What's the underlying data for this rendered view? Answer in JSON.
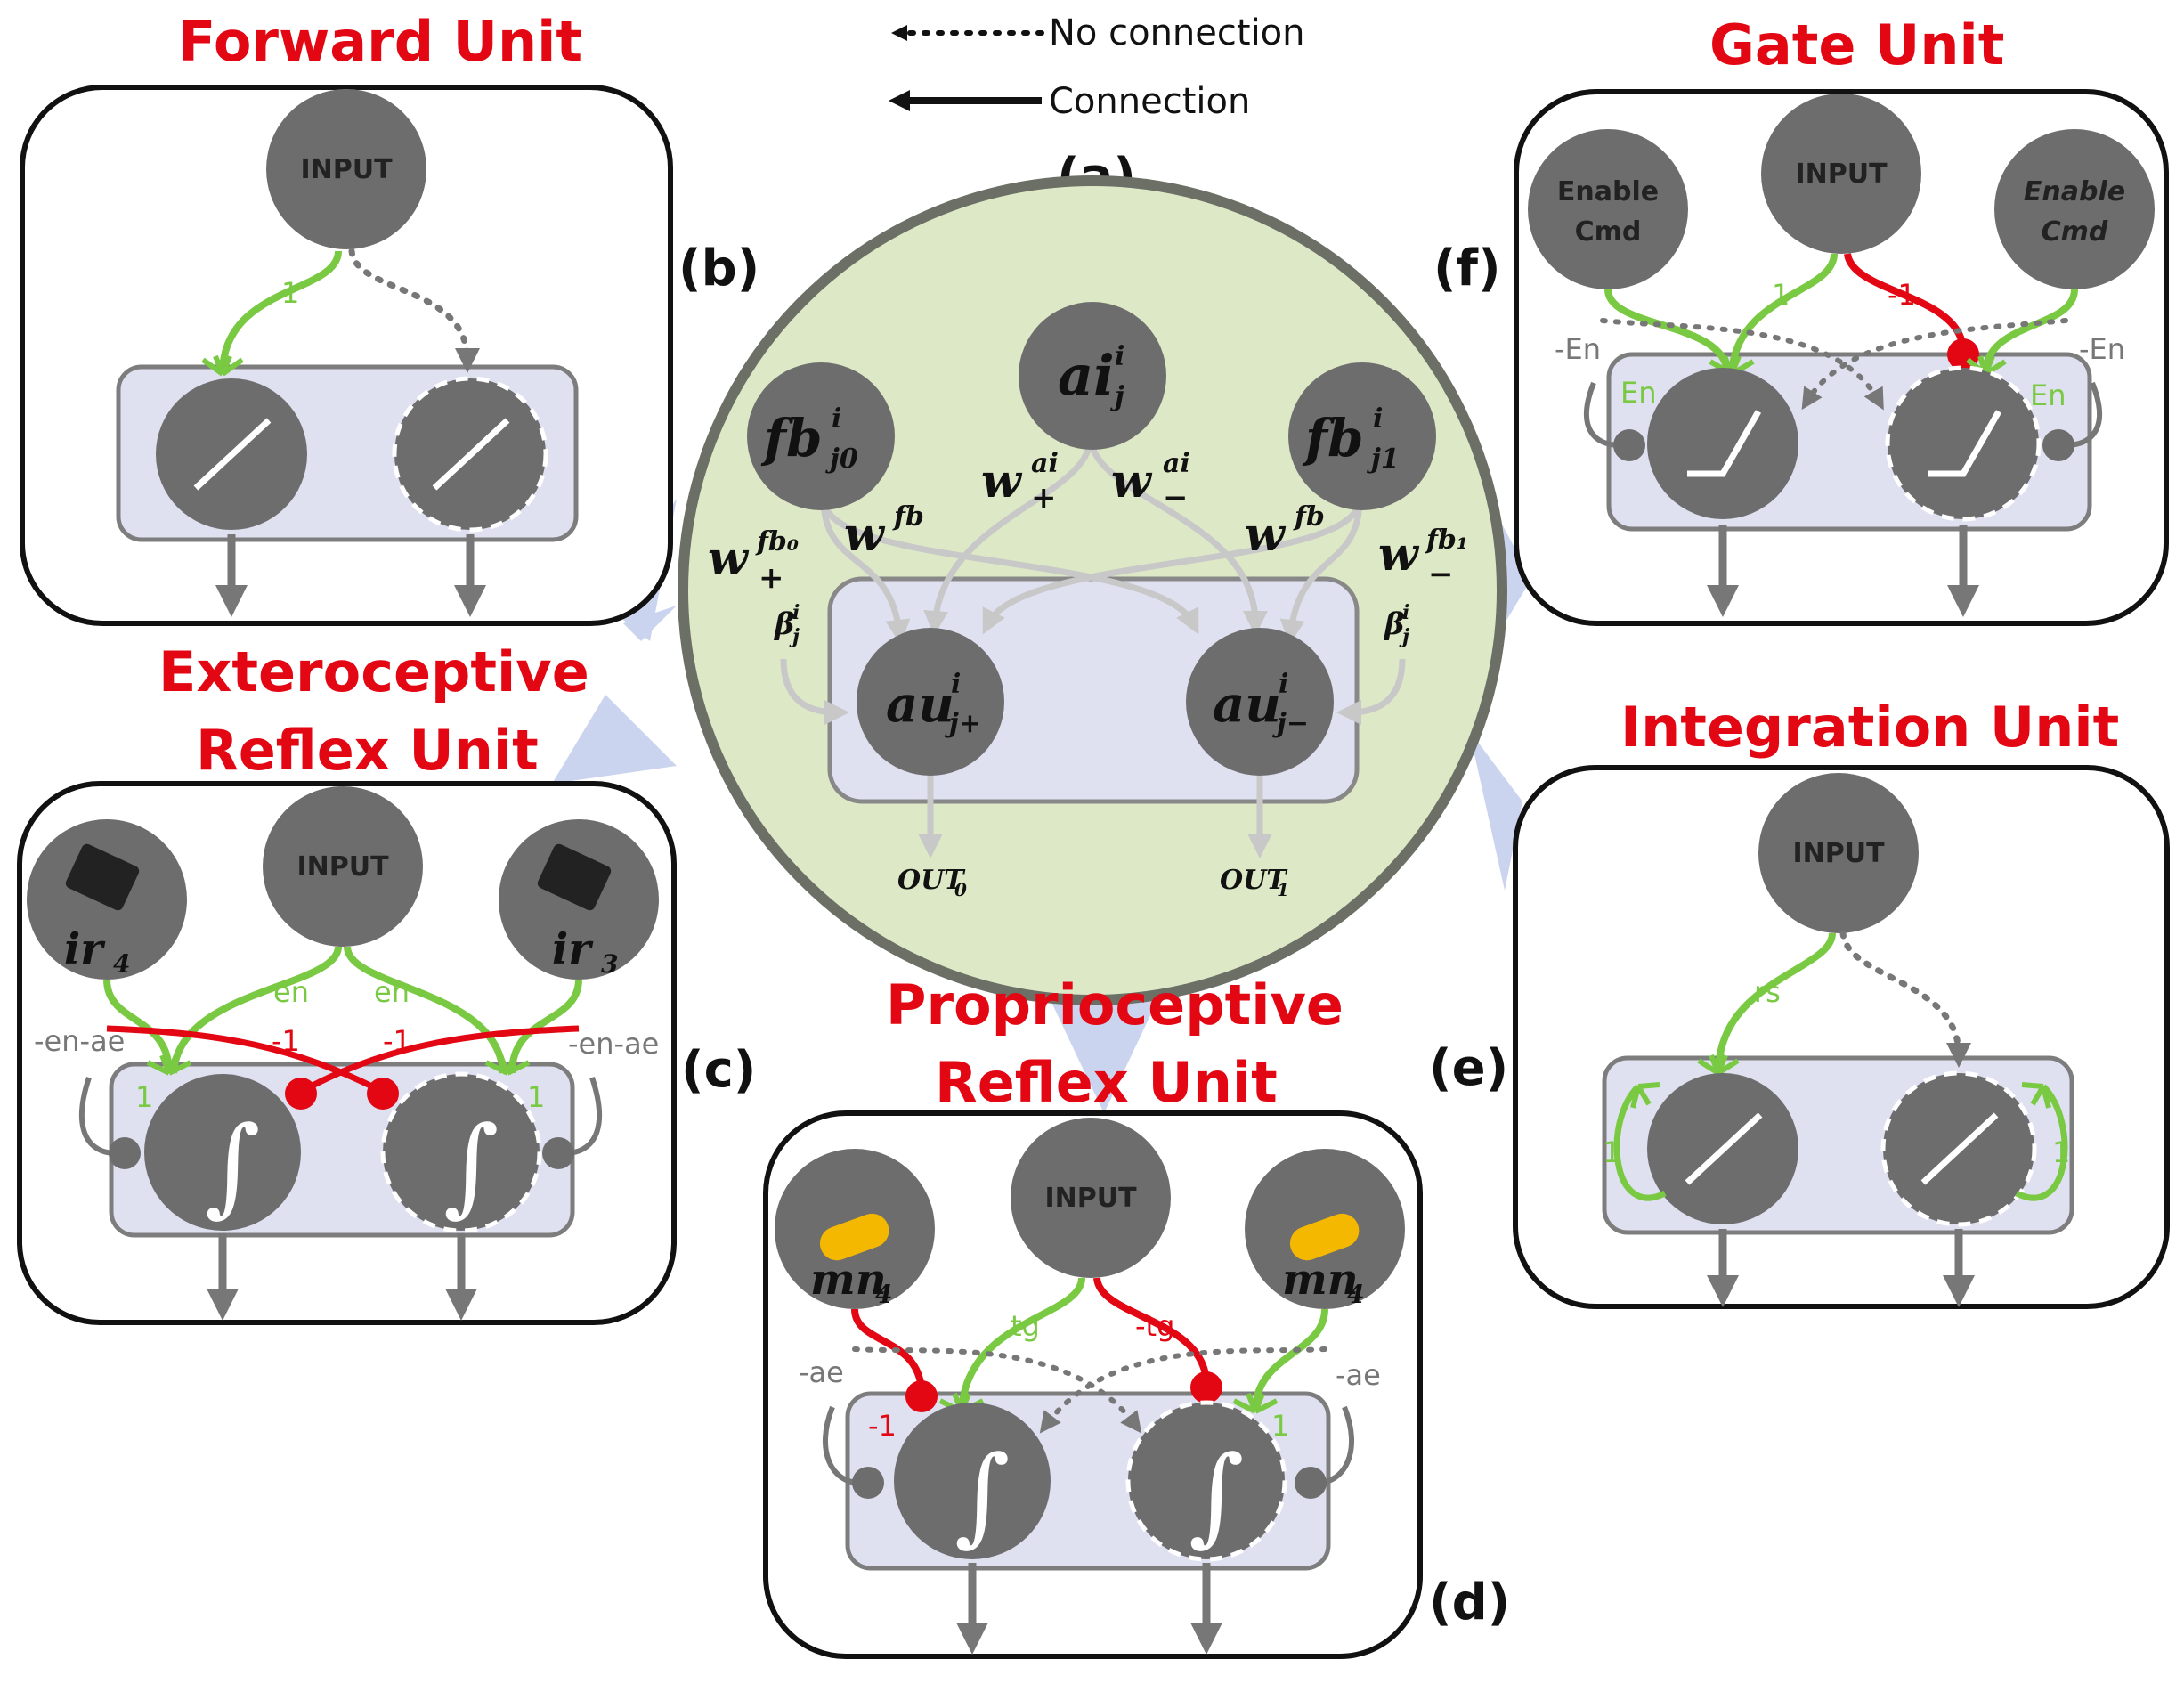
{
  "legend": {
    "no_connection": "No connection",
    "connection": "Connection"
  },
  "center": {
    "letter": "(a)",
    "ai": "ai",
    "fb0": "fb",
    "fb1": "fb",
    "au_plus": "au",
    "au_minus": "au",
    "w_plus_ai": "w",
    "w_minus_ai": "w",
    "w_fb_left": "w",
    "w_fb_right": "w",
    "w_plus_fb0": "w",
    "w_minus_fb1": "w",
    "beta": "β",
    "out0": "OUT",
    "out1": "OUT",
    "sub": {
      "ai_sup": "i",
      "ai_sub": "j",
      "fb0_sup": "i",
      "fb0_sub": "j0",
      "fb1_sup": "i",
      "fb1_sub": "j1",
      "au_plus_sup": "i",
      "au_plus_sub": "j+",
      "au_minus_sup": "i",
      "au_minus_sub": "j−",
      "w_ai_sup": "ai",
      "plus": "+",
      "minus": "−",
      "fb_sup": "fb",
      "fb0_sup_w": "fb₀",
      "fb1_sup_w": "fb₁",
      "beta_sup": "i",
      "beta_sub": "j",
      "out0_sub": "0",
      "out1_sub": "1"
    }
  },
  "forward": {
    "title": "Forward Unit",
    "letter": "(b)",
    "input": "INPUT",
    "w1": "1"
  },
  "gate": {
    "title": "Gate Unit",
    "letter": "(f)",
    "input": "INPUT",
    "enable_left_1": "Enable",
    "enable_left_2": "Cmd",
    "enable_right_1": "Enable",
    "enable_right_2": "Cmd",
    "w_pos": "1",
    "w_neg": "-1",
    "neg_en_left": "-En",
    "neg_en_right": "-En",
    "en_left": "En",
    "en_right": "En"
  },
  "extero": {
    "title_1": "Exteroceptive",
    "title_2": "Reflex Unit",
    "letter": "(c)",
    "input": "INPUT",
    "sensor_left": "ir",
    "sensor_left_sub": "4",
    "sensor_right": "ir",
    "sensor_right_sub": "3",
    "en_left": "en",
    "en_right": "en",
    "inh_left": "-1",
    "inh_right": "-1",
    "self_left": "-en-ae",
    "self_right": "-en-ae",
    "one_left": "1",
    "one_right": "1"
  },
  "proprio": {
    "title_1": "Proprioceptive",
    "title_2": "Reflex Unit",
    "letter": "(d)",
    "input": "INPUT",
    "sensor_left": "mn",
    "sensor_left_sub": "4",
    "sensor_right": "mn",
    "sensor_right_sub": "4",
    "tg_pos": "tg",
    "tg_neg": "-tg",
    "ae_left": "-ae",
    "ae_right": "-ae",
    "neg_one": "-1",
    "one": "1"
  },
  "integration": {
    "title": "Integration Unit",
    "letter": "(e)",
    "input": "INPUT",
    "rs": "rs",
    "one_left": "1",
    "one_right": "1"
  },
  "colors": {
    "title_red": "#e30613",
    "excitatory": "#7ac943",
    "inhibitory": "#e30613",
    "node": "#6d6d6d",
    "block": "#dfe1f1",
    "center_fill": "#dde8c6"
  }
}
